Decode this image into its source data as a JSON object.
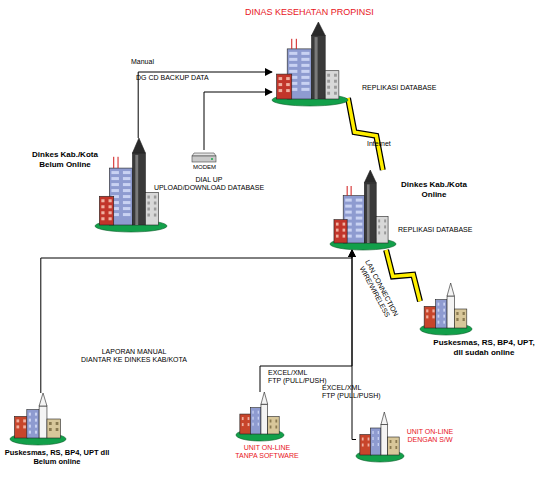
{
  "diagram": {
    "nodes": [
      {
        "text": [
          "DINAS KESEHATAN PROPINSI",
          "REPLIKASI DATABASE"
        ]
      },
      {
        "text": [
          "Dinkes Kab./Kota Belum Online"
        ]
      },
      {
        "text": [
          "MODEM"
        ]
      },
      {
        "text": [
          "Dinkes Kab./Kota Online",
          "REPLIKASI DATABASE"
        ]
      },
      {
        "text": [
          "Puskesmas, RS, BP4, UPT, dll sudah online"
        ]
      },
      {
        "text": [
          "Puskesmas, RS, BP4, UPT dll Belum online"
        ]
      },
      {
        "text": [
          "UNIT ON-LINE TANPA SOFTWARE"
        ]
      },
      {
        "text": [
          "UNIT ON-LINE DENGAN S/W"
        ]
      }
    ],
    "edges": [
      {
        "from": 1,
        "to": 0,
        "label": "Manual",
        "arrow": "to"
      },
      {
        "from": 2,
        "to": 0,
        "label": "DIAL UP UPLOAD/DOWNLOAD DATABASE",
        "arrow": "to"
      },
      {
        "from": 0,
        "to": 3,
        "label": "Internet",
        "arrow": "none"
      },
      {
        "from": 3,
        "to": 4,
        "label": "LAN CONNECTION WIRE/WIRELESS",
        "arrow": "none"
      },
      {
        "from": 5,
        "to": 3,
        "label": "LAPORAN MANUAL DIANTAR KE DINKES KAB/KOTA",
        "arrow": "to"
      },
      {
        "from": 6,
        "to": 3,
        "label": "EXCEL/XML FTP (PULL/PUSH)",
        "arrow": "to"
      },
      {
        "from": 7,
        "to": 3,
        "label": "EXCEL/XML FTP (PULL/PUSH)",
        "arrow": "to"
      }
    ],
    "labels": [
      "DG CD BACKUP DATA"
    ]
  }
}
